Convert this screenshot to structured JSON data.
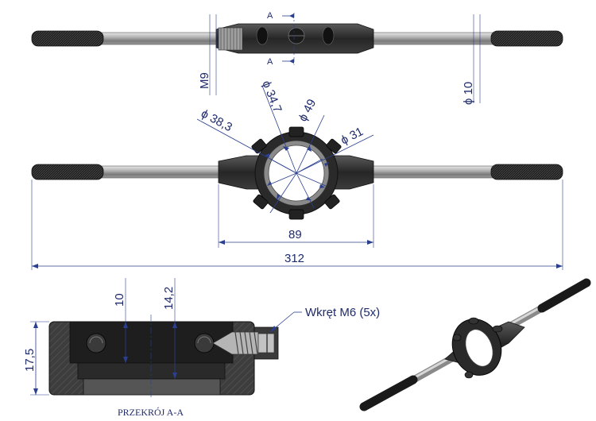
{
  "top_view": {
    "section_label_top": "A",
    "section_label_bottom": "A",
    "dim_thread": "M9",
    "dim_rod": "ϕ 10"
  },
  "front_view": {
    "dim_d1": "ϕ 38,3",
    "dim_d2": "ϕ 34,7",
    "dim_d3": "ϕ 49",
    "dim_d4": "ϕ 31",
    "dim_body_width": "89",
    "dim_overall_length": "312"
  },
  "section_view": {
    "dim_inner_height": "10",
    "dim_mid_height": "14,2",
    "dim_total_height": "17,5",
    "screw_label": "Wkręt M6 (5x)",
    "caption": "PRZEKRÓJ A-A"
  },
  "colors": {
    "dimension": "#2a3f8f",
    "body": "#2b2b2b",
    "rod": "#a8a8a8",
    "section": "#3a3a3a"
  }
}
